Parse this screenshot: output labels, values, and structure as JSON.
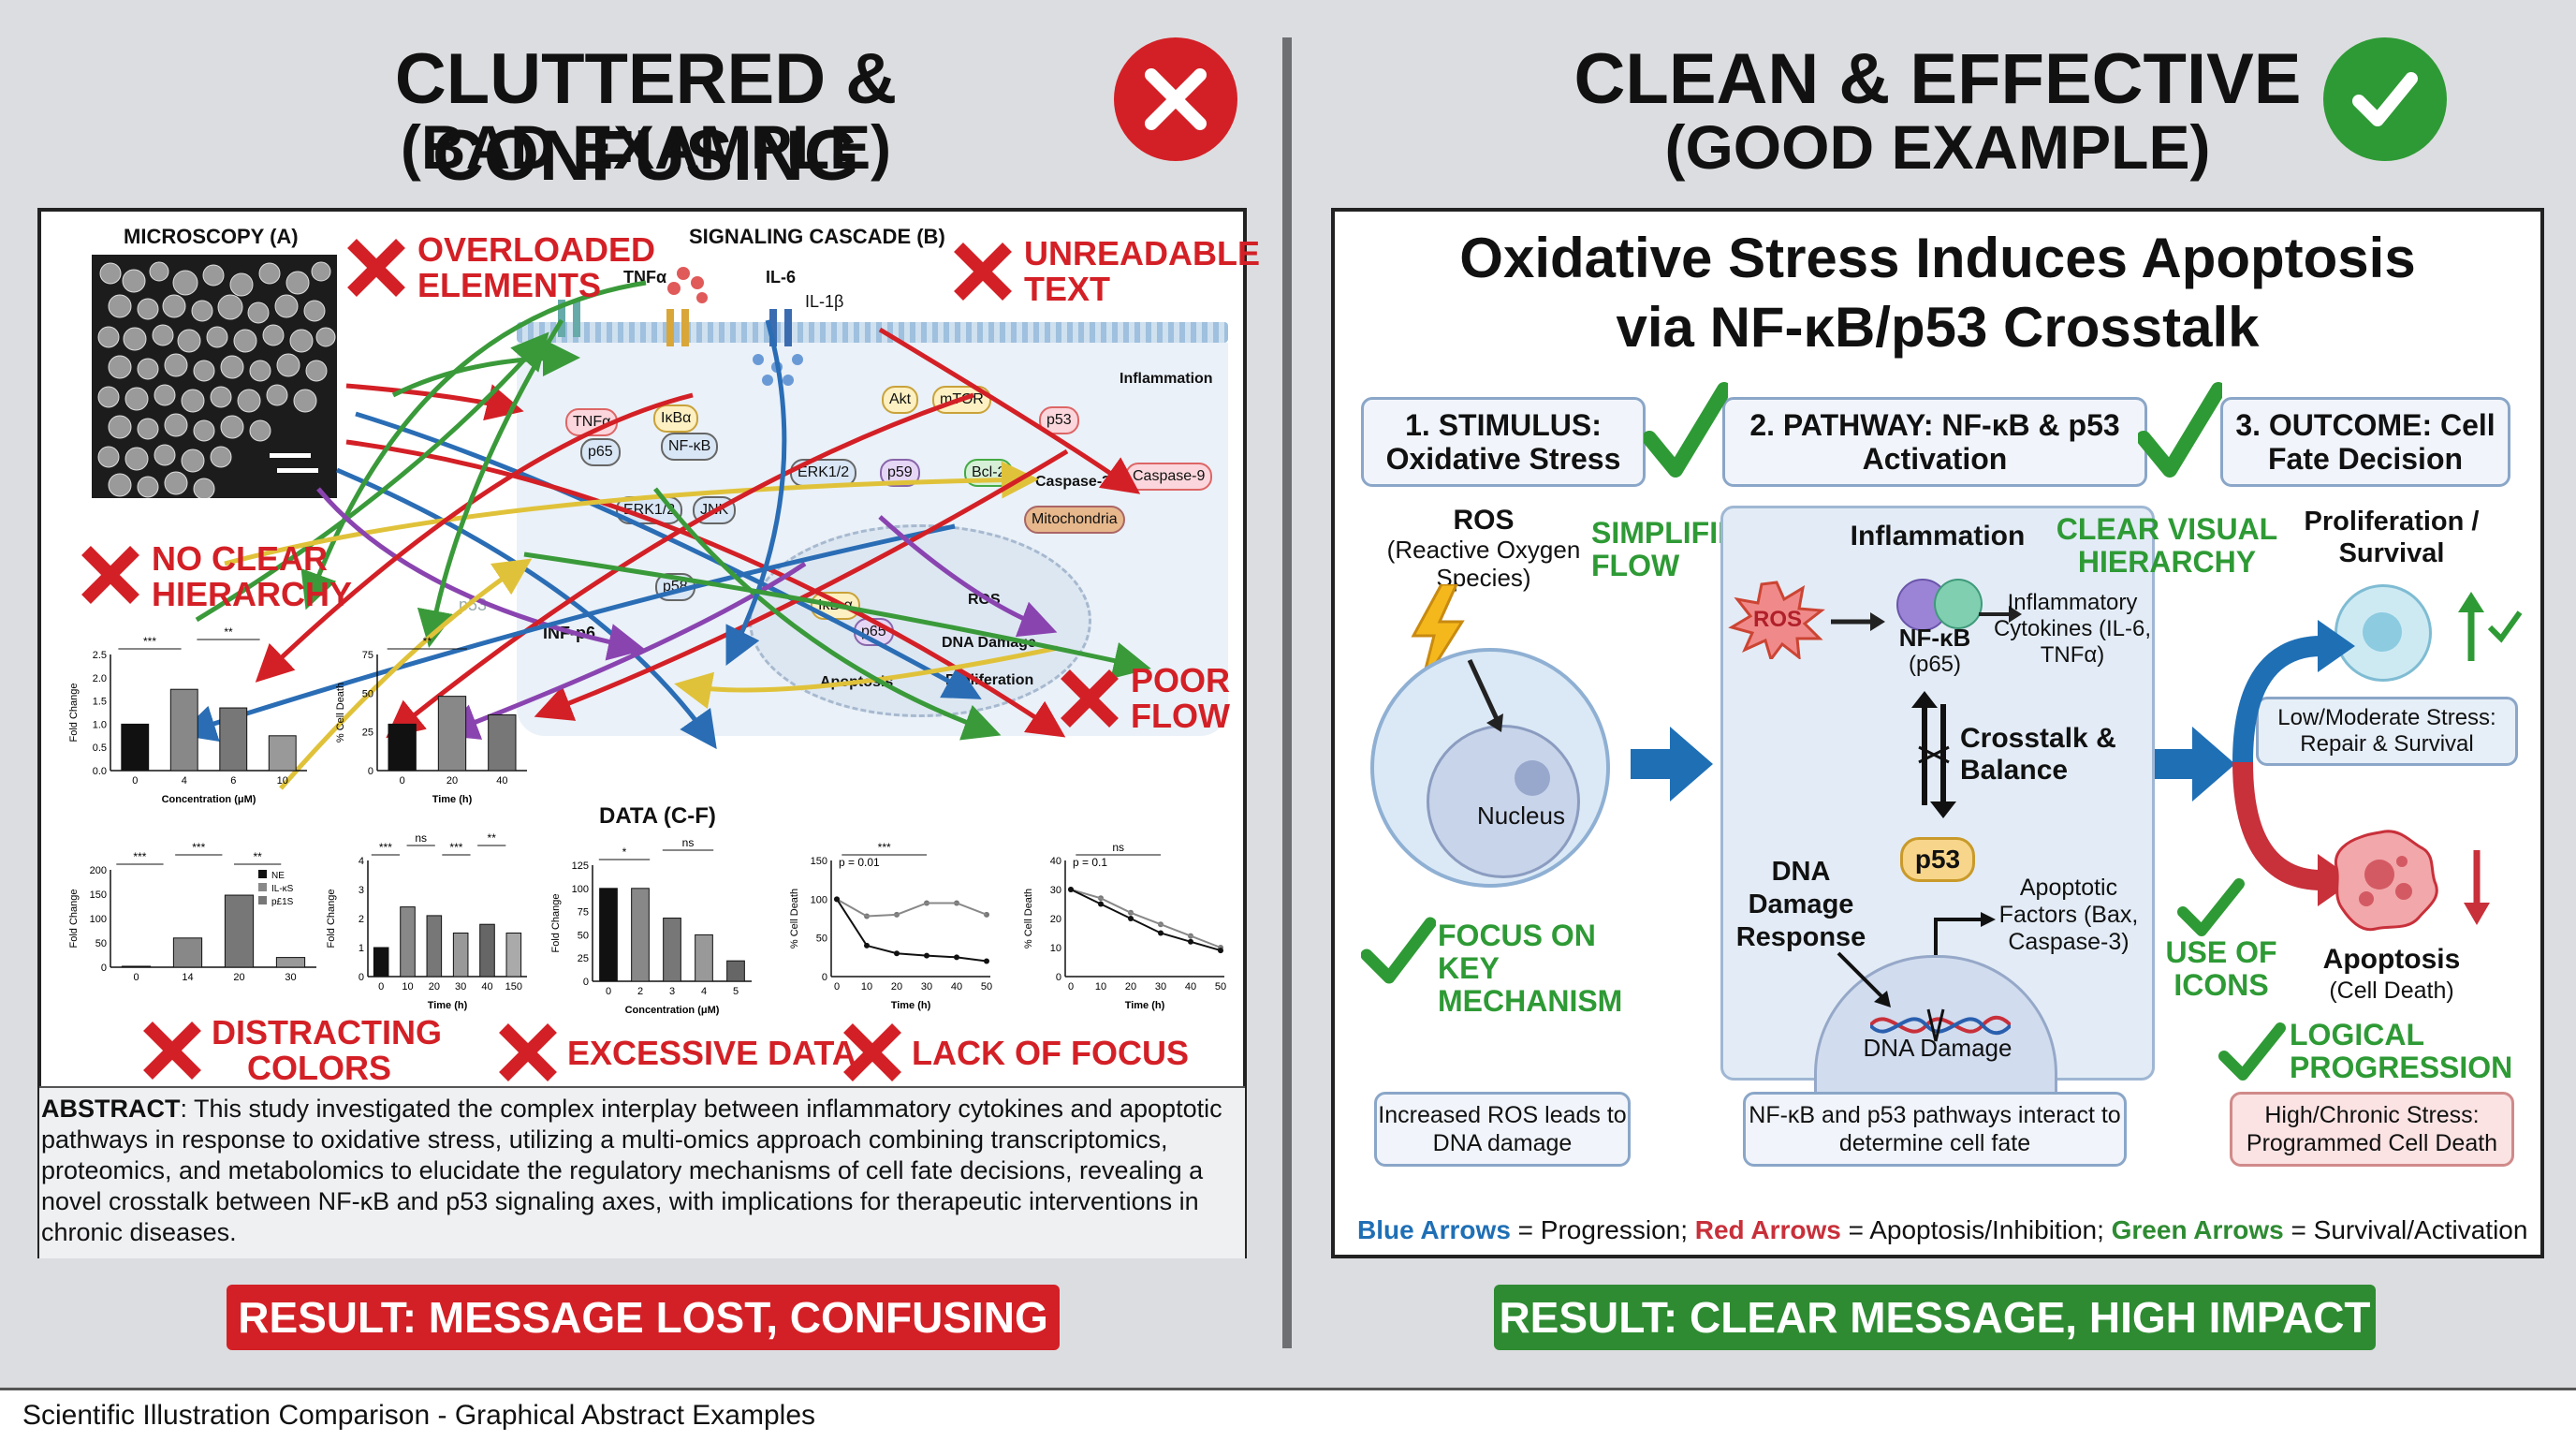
{
  "left": {
    "title_line1": "CLUTTERED & CONFUSING",
    "title_line2": "(BAD EXAMPLE)",
    "microscopy_label": "MICROSCOPY (A)",
    "signaling_label": "SIGNALING CASCADE (B)",
    "data_label": "DATA (C-F)",
    "issues": {
      "overloaded": "OVERLOADED ELEMENTS",
      "unreadable": "UNREADABLE TEXT",
      "hierarchy": "NO CLEAR HIERARCHY",
      "flow": "POOR FLOW",
      "colors": "DISTRACTING COLORS",
      "excessive": "EXCESSIVE DATA",
      "focus": "LACK OF FOCUS"
    },
    "nodes": {
      "tnfa_ligand": "TNFα",
      "il6": "IL-6",
      "il1b": "IL-1β",
      "tnfa": "TNFα",
      "p65a": "p65",
      "ikba": "IκBα",
      "nfkb": "NF-κB",
      "erk_a": "ERK1/2",
      "jnk": "JNK",
      "erk_b": "ERK1/2",
      "akt": "Akt",
      "mtor": "mTOR",
      "p53": "p53",
      "inflammation": "Inflammation",
      "p59": "p59",
      "bcl2": "Bcl-2",
      "caspase3": "Caspase-3",
      "caspase9": "Caspase-9",
      "mitochondria": "Mitochondria",
      "p58": "p58",
      "infp6": "INF-p6",
      "ikba2": "IκB α",
      "p65b": "p65",
      "ros": "ROS",
      "dna_damage": "DNA Damage",
      "apoptosis": "Apoptosis",
      "proliferation": "Proliferation",
      "p53faint": "p53"
    },
    "chart_data": [
      {
        "type": "bar",
        "categories": [
          "0",
          "4",
          "6",
          "10"
        ],
        "values": [
          1.0,
          1.75,
          1.35,
          0.75
        ],
        "ylabel": "Fold Change",
        "xlabel": "Concentration (μM)",
        "ylim": [
          0,
          2.5
        ],
        "yticks": [
          "0.0",
          "0.5",
          "1.0",
          "1.5",
          "2.0",
          "2.5"
        ],
        "sig": [
          "***",
          "**"
        ]
      },
      {
        "type": "bar",
        "categories": [
          "0",
          "20",
          "40"
        ],
        "values": [
          30,
          48,
          36
        ],
        "ylabel": "% Cell Death",
        "xlabel": "Time (h)",
        "ylim": [
          0,
          75
        ],
        "yticks": [
          "0",
          "25",
          "50",
          "75"
        ],
        "sig": [
          "**"
        ]
      },
      {
        "type": "bar",
        "categories": [
          "0",
          "14",
          "20",
          "30"
        ],
        "values": [
          2,
          60,
          148,
          20
        ],
        "ylabel": "Fold Change",
        "ylim": [
          0,
          200
        ],
        "yticks": [
          "0",
          "50",
          "100",
          "150",
          "200"
        ],
        "sig": [
          "***",
          "***",
          "**"
        ],
        "legend": [
          "NE",
          "IL-κS",
          "p£1S"
        ]
      },
      {
        "type": "bar",
        "categories": [
          "0",
          "10",
          "20",
          "30",
          "40",
          "150"
        ],
        "values": [
          1.0,
          2.4,
          2.1,
          1.5,
          1.8,
          1.5
        ],
        "ylabel": "Fold Change",
        "xlabel": "Time (h)",
        "ylim": [
          0,
          4
        ],
        "yticks": [
          "0",
          "1",
          "2",
          "3",
          "4"
        ],
        "sig": [
          "***",
          "ns",
          "***",
          "**"
        ]
      },
      {
        "type": "bar",
        "categories": [
          "0",
          "2",
          "3",
          "4",
          "5"
        ],
        "values": [
          100,
          100,
          68,
          50,
          22
        ],
        "ylabel": "Fold Change",
        "xlabel": "Concentration (μM)",
        "ylim": [
          0,
          125
        ],
        "yticks": [
          "0",
          "25",
          "50",
          "75",
          "100",
          "125"
        ],
        "sig": [
          "*",
          "ns"
        ]
      },
      {
        "type": "line",
        "x": [
          0,
          10,
          20,
          30,
          40,
          50
        ],
        "series": [
          {
            "values": [
              100,
              78,
              80,
              95,
              95,
              80
            ]
          },
          {
            "values": [
              100,
              40,
              30,
              27,
              25,
              20
            ]
          }
        ],
        "ylabel": "% Cell Death",
        "xlabel": "Time (h)",
        "ylim": [
          0,
          150
        ],
        "yticks": [
          "0",
          "50",
          "100",
          "150"
        ],
        "annotation": "p = 0.01",
        "sig": [
          "***"
        ]
      },
      {
        "type": "line",
        "x": [
          0,
          10,
          20,
          30,
          40,
          50
        ],
        "series": [
          {
            "values": [
              30,
              27,
              22,
              18,
              14,
              10
            ]
          },
          {
            "values": [
              30,
              25,
              20,
              15,
              12,
              9
            ]
          }
        ],
        "ylabel": "% Cell Death",
        "xlabel": "Time (h)",
        "ylim": [
          0,
          40
        ],
        "yticks": [
          "0",
          "10",
          "20",
          "30",
          "40"
        ],
        "annotation": "p = 0.1",
        "sig": [
          "ns"
        ]
      }
    ],
    "abstract_label": "ABSTRACT",
    "abstract_text": ": This study investigated the complex interplay between inflammatory cytokines and apoptotic pathways in response to oxidative stress, utilizing a multi-omics approach combining transcriptomics, proteomics, and metabolomics to elucidate the regulatory mechanisms of cell fate decisions, revealing a novel crosstalk between NF-κB and p53 signaling axes, with implications for therapeutic interventions in chronic diseases.",
    "result": "RESULT: MESSAGE LOST, CONFUSING",
    "colors": {
      "bad": "#d32026"
    }
  },
  "right": {
    "title_line1": "CLEAN & EFFECTIVE",
    "title_line2": "(GOOD EXAMPLE)",
    "panel_title_line1": "Oxidative Stress Induces Apoptosis",
    "panel_title_line2": "via NF-κB/p53 Crosstalk",
    "stage1": "1. STIMULUS: Oxidative Stress",
    "stage2": "2. PATHWAY: NF-κB & p53 Activation",
    "stage3": "3. OUTCOME: Cell Fate Decision",
    "ros_title": "ROS",
    "ros_sub": "(Reactive Oxygen Species)",
    "nucleus": "Nucleus",
    "simplified_flow": "SIMPLIFIED FLOW",
    "inflammation": "Inflammation",
    "clear_hierarchy": "CLEAR VISUAL HIERARCHY",
    "ros_burst": "ROS",
    "nfkb": "NF-κB",
    "nfkb_sub": "(p65)",
    "cytokines": "Inflammatory Cytokines (IL-6, TNFα)",
    "crosstalk": "Crosstalk & Balance",
    "p53": "p53",
    "dna_response": "DNA Damage Response",
    "apoptotic_factors": "Apoptotic Factors (Bax, Caspase-3)",
    "dna_damage": "DNA Damage",
    "focus": "FOCUS ON KEY MECHANISM",
    "proliferation": "Proliferation / Survival",
    "low_stress": "Low/Moderate Stress: Repair & Survival",
    "use_icons": "USE OF ICONS",
    "apoptosis": "Apoptosis",
    "apoptosis_sub": "(Cell Death)",
    "logical": "LOGICAL PROGRESSION",
    "note1": "Increased ROS leads to DNA damage",
    "note2": "NF-κB and p53 pathways interact to determine cell fate",
    "note3": "High/Chronic Stress: Programmed Cell Death",
    "legend_blue": "Blue Arrows",
    "legend_blue_text": " = Progression; ",
    "legend_red": "Red Arrows",
    "legend_red_text": " = Apoptosis/Inhibition; ",
    "legend_green": "Green Arrows",
    "legend_green_text": " = Survival/Activation",
    "result": "RESULT: CLEAR MESSAGE, HIGH IMPACT",
    "colors": {
      "good": "#2e8b32",
      "blue": "#1f6fb5",
      "red": "#c8303a"
    }
  },
  "footer": "Scientific Illustration Comparison - Graphical Abstract Examples"
}
